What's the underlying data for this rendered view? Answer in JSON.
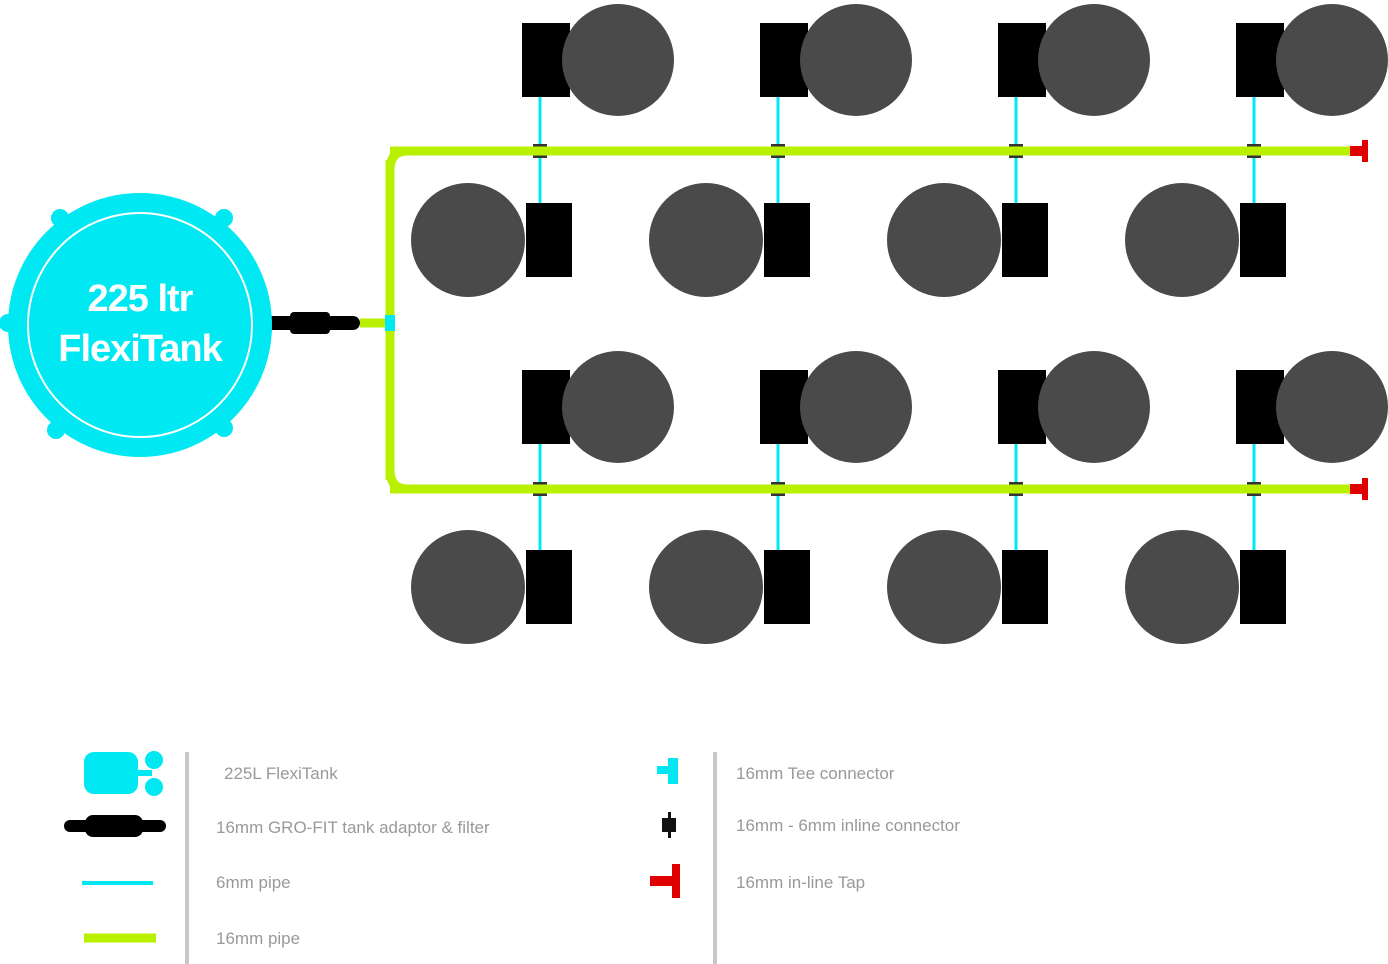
{
  "tank": {
    "line1": "225 ltr",
    "line2": "FlexiTank"
  },
  "legend": {
    "left": [
      "225L FlexiTank",
      "16mm GRO-FIT tank adaptor & filter",
      "6mm pipe",
      "16mm pipe"
    ],
    "right": [
      "16mm Tee connector",
      "16mm - 6mm inline connector",
      "16mm in-line Tap"
    ]
  },
  "colors": {
    "tank": "#00e8f2",
    "pipe16": "#b8f000",
    "pipe6": "#00e8f2",
    "tap": "#e00000",
    "pot": "#4a4a4a",
    "tray": "#000000"
  }
}
